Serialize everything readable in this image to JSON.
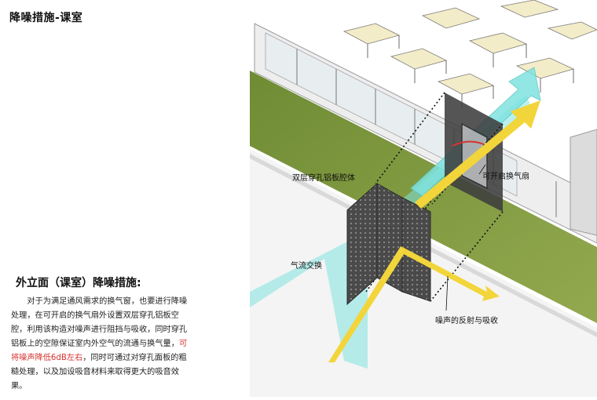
{
  "page": {
    "title": "降噪措施-课室"
  },
  "description": {
    "heading": "外立面（课室）降噪措施:",
    "paragraph_before": "对于为满足通风需求的换气窗，也要进行降噪处理，在可开启的换气扇外设置双层穿孔铝板空腔，利用该构造对噪声进行阻挡与吸收，同时穿孔铝板上的空隙保证室内外空气的流通与换气量，",
    "paragraph_highlight": "可将噪声降低6dB左右",
    "paragraph_after": "，同时可通过对穿孔面板的粗糙处理，以及加设吸音材料来取得更大的吸音效果。"
  },
  "diagram": {
    "labels": {
      "panel_cavity": "双层穿孔铝板腔体",
      "vent_fan": "可开启换气扇",
      "airflow": "气流交换",
      "noise": "噪声的反射与吸收"
    },
    "colors": {
      "airflow": "#7fe3e0",
      "noise_arrow": "#f2d53a",
      "grass": "#7e9a3c",
      "panel": "#4a4a4a",
      "highlight_text": "#d6332f"
    }
  }
}
